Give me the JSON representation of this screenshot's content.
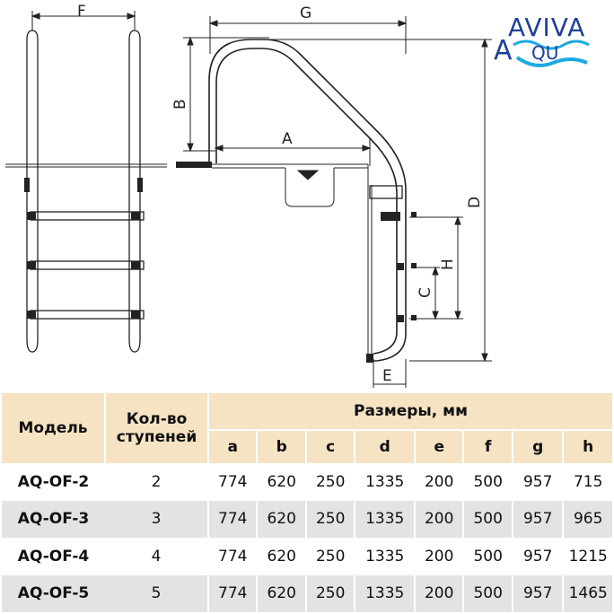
{
  "diagram": {
    "dimension_labels": {
      "F": "F",
      "G": "G",
      "B": "B",
      "A": "A",
      "D": "D",
      "H": "H",
      "C": "C",
      "E": "E"
    }
  },
  "logo": {
    "line1": "AVIVA",
    "line2": "QU",
    "initial": "A"
  },
  "table": {
    "model_header": "Модель",
    "steps_header": "Кол-во ступеней",
    "dims_header": "Размеры, мм",
    "columns": [
      "a",
      "b",
      "c",
      "d",
      "e",
      "f",
      "g",
      "h"
    ],
    "rows": [
      {
        "model": "AQ-OF-2",
        "steps": "2",
        "values": [
          "774",
          "620",
          "250",
          "1335",
          "200",
          "500",
          "957",
          "715"
        ]
      },
      {
        "model": "AQ-OF-3",
        "steps": "3",
        "values": [
          "774",
          "620",
          "250",
          "1335",
          "200",
          "500",
          "957",
          "965"
        ]
      },
      {
        "model": "AQ-OF-4",
        "steps": "4",
        "values": [
          "774",
          "620",
          "250",
          "1335",
          "200",
          "500",
          "957",
          "1215"
        ]
      },
      {
        "model": "AQ-OF-5",
        "steps": "5",
        "values": [
          "774",
          "620",
          "250",
          "1335",
          "200",
          "500",
          "957",
          "1465"
        ]
      }
    ]
  },
  "colors": {
    "header_bg": "#f5e3c3",
    "row_alt_bg": "#e3e3e3",
    "logo_blue": "#1f3f9a",
    "logo_water": "#1ea8e0"
  }
}
